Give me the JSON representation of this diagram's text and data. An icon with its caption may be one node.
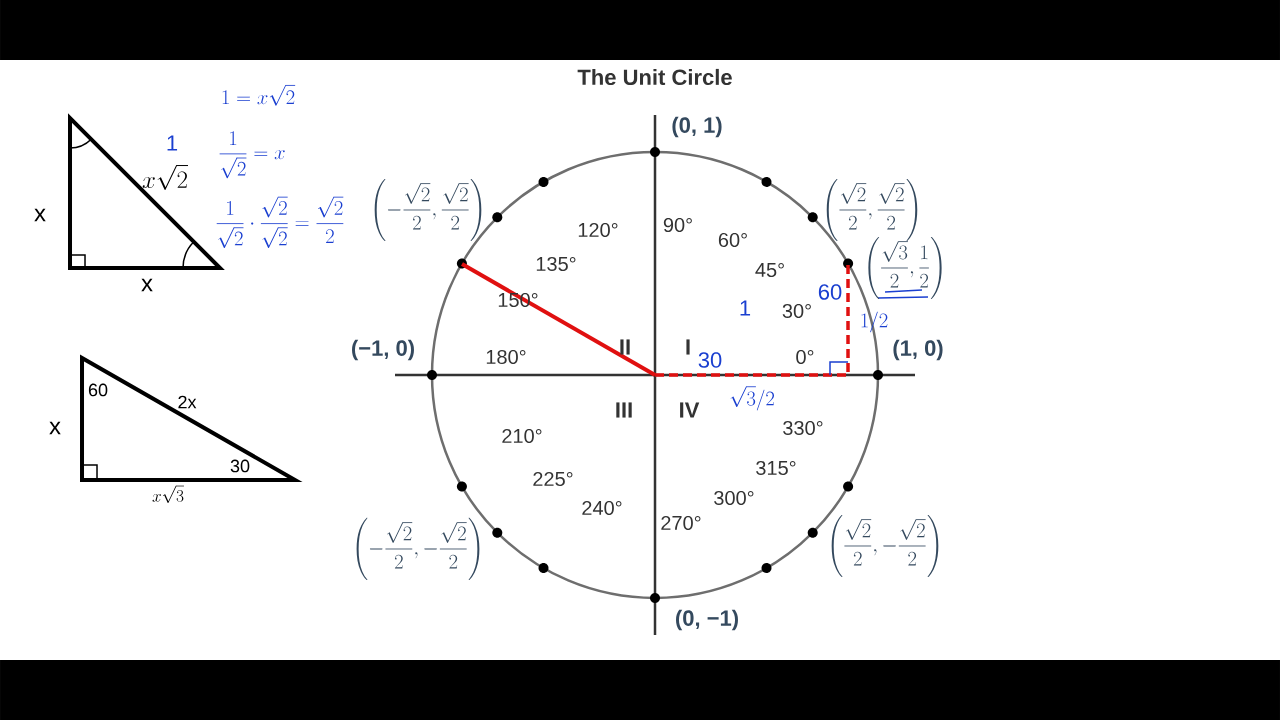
{
  "diagram": {
    "title": "The Unit Circle",
    "labels": [
      "1 = x\\sqrt{2}",
      "1",
      "\\frac{1}{\\sqrt{2}} = x",
      "x\\sqrt{2}",
      "x",
      "\\frac{1}{\\sqrt{2}} \\cdot \\frac{\\sqrt{2}}{\\sqrt{2}} = \\frac{\\sqrt{2}}{2}",
      "x",
      "60",
      "2x",
      "x",
      "30",
      "x\\sqrt{3}",
      "(0, 1)",
      "\\left(-\\frac{\\sqrt{2}}{2}, \\frac{\\sqrt{2}}{2}\\right)",
      "\\left(\\frac{\\sqrt{2}}{2}, \\frac{\\sqrt{2}}{2}\\right)",
      "120°",
      "90°",
      "60°",
      "135°",
      "45°",
      "\\left(\\frac{\\sqrt{3}}{2}, \\frac{1}{2}\\right)",
      "1",
      "30°",
      "60",
      "150°",
      "1/2",
      "(−1, 0)",
      "180°",
      "II",
      "I",
      "30",
      "0°",
      "(1, 0)",
      "III",
      "IV",
      "\\sqrt{3}/2",
      "210°",
      "330°",
      "225°",
      "315°",
      "240°",
      "300°",
      "270°",
      "\\left(-\\frac{\\sqrt{2}}{2}, -\\frac{\\sqrt{2}}{2}\\right)",
      "\\left(\\frac{\\sqrt{2}}{2}, -\\frac{\\sqrt{2}}{2}\\right)",
      "(0, −1)"
    ]
  }
}
